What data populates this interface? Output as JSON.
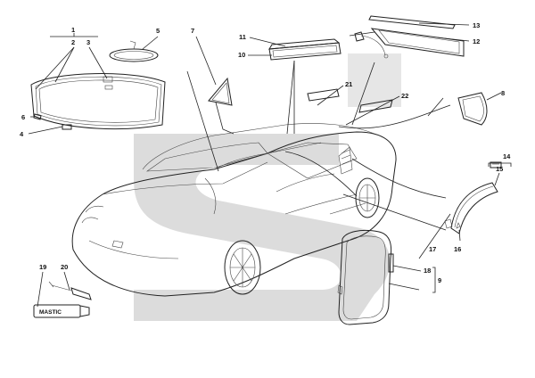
{
  "diagram": {
    "callouts": [
      "1",
      "2",
      "3",
      "4",
      "5",
      "6",
      "7",
      "8",
      "9",
      "10",
      "11",
      "12",
      "13",
      "14",
      "15",
      "16",
      "17",
      "18",
      "19",
      "20",
      "21",
      "22"
    ],
    "tube_text": "MASTIC"
  }
}
